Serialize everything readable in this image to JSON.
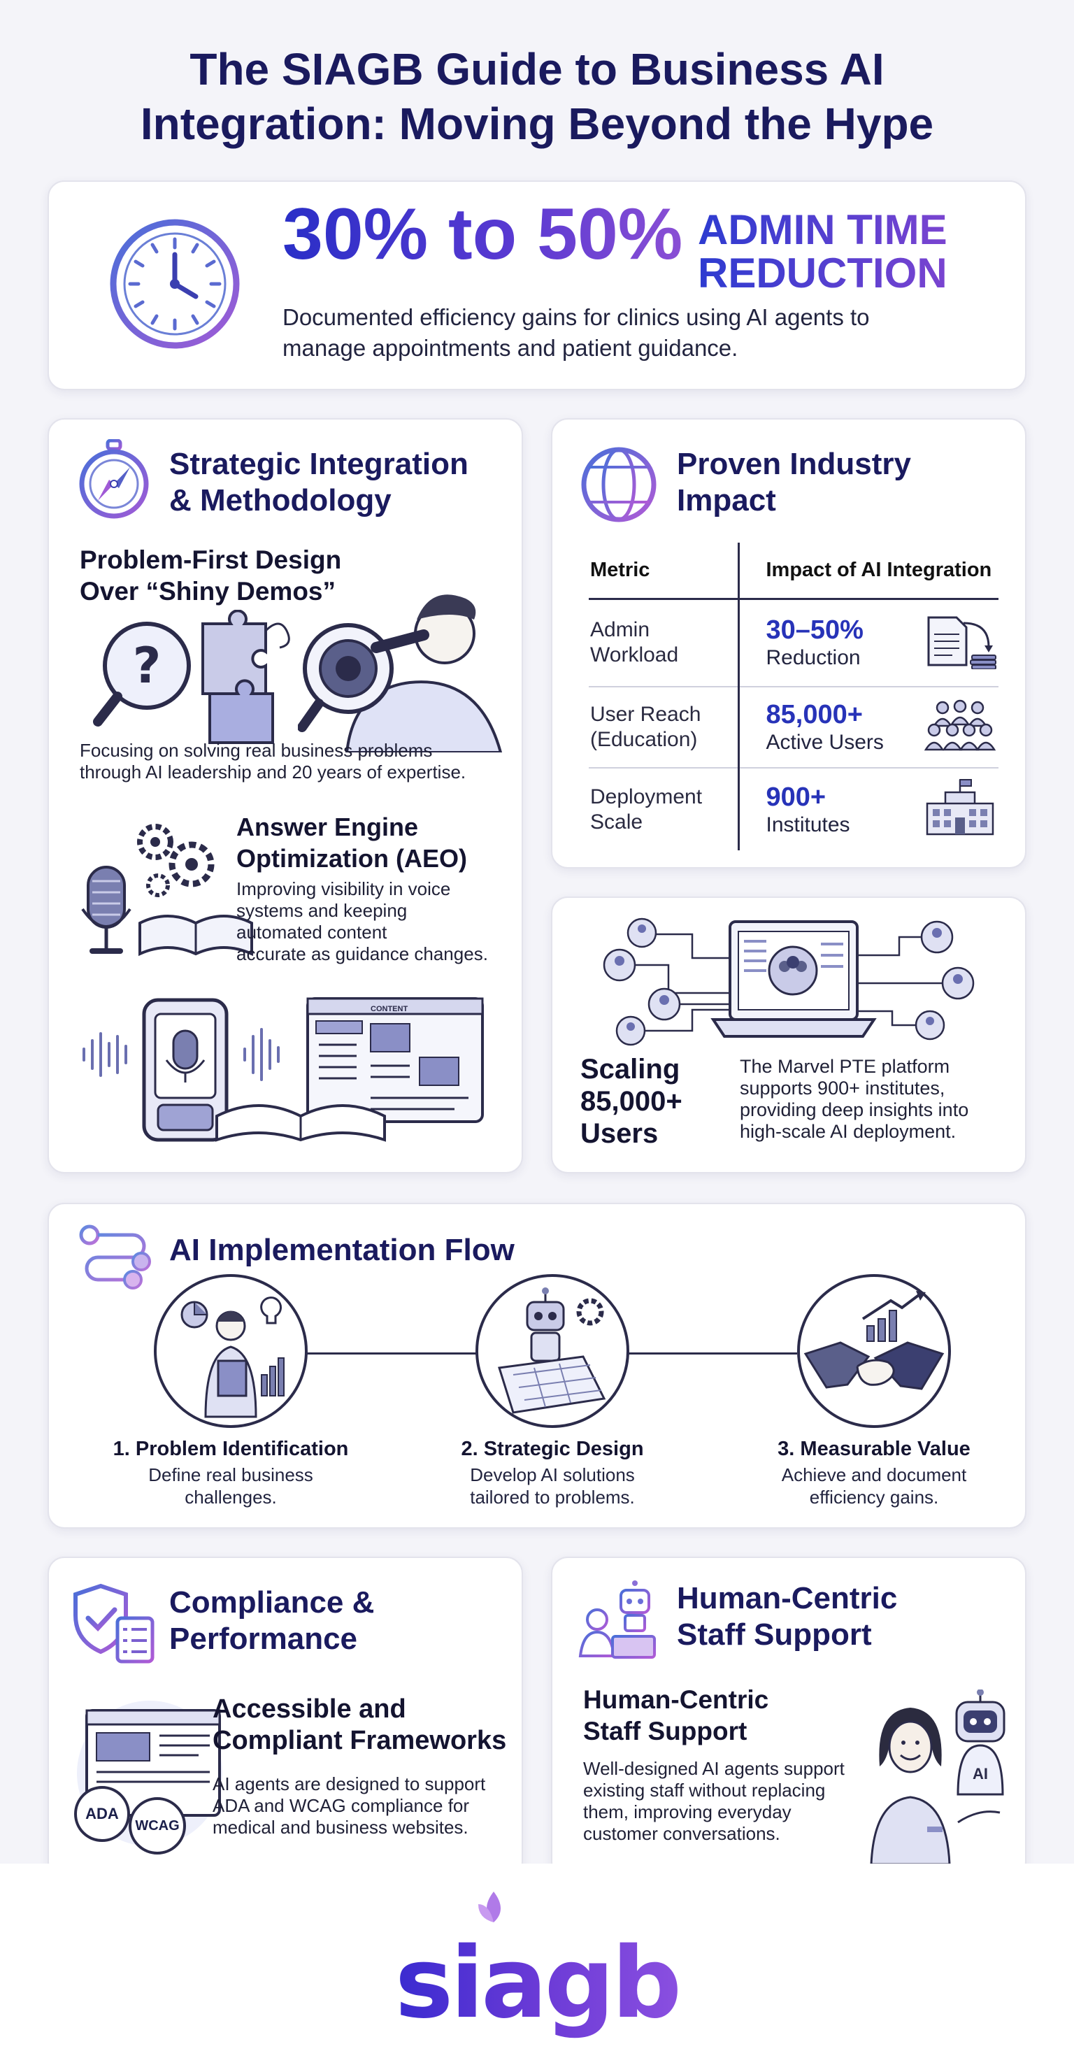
{
  "title": {
    "line1": "The SIAGB Guide to Business AI",
    "line2": "Integration: Moving Beyond the Hype"
  },
  "hero": {
    "big_stat": "30% to 50%",
    "side_line1": "ADMIN TIME",
    "side_line2": "REDUCTION",
    "desc_line1": "Documented efficiency gains for clinics using AI agents to",
    "desc_line2": "manage appointments and patient guidance.",
    "icon": "clock-icon"
  },
  "strategic": {
    "title_line1": "Strategic Integration",
    "title_line2": "& Methodology",
    "icon": "compass-icon",
    "sub1_line1": "Problem-First Design",
    "sub1_line2": "Over “Shiny Demos”",
    "sub1_desc_line1": "Focusing on solving real business problems",
    "sub1_desc_line2": "through AI leadership and 20 years of expertise.",
    "sub2_line1": "Answer Engine",
    "sub2_line2": "Optimization (AEO)",
    "sub2_desc_line1": "Improving visibility in voice",
    "sub2_desc_line2": "systems and keeping",
    "sub2_desc_line3": "automated content",
    "sub2_desc_line4": "accurate as guidance changes.",
    "content_label": "CONTENT"
  },
  "impact": {
    "title_line1": "Proven Industry",
    "title_line2": "Impact",
    "icon": "globe-icon",
    "header_metric": "Metric",
    "header_impact": "Impact of AI Integration",
    "rows": [
      {
        "metric_line1": "Admin",
        "metric_line2": "Workload",
        "value": "30–50%",
        "label": "Reduction",
        "icon": "document-stack-icon"
      },
      {
        "metric_line1": "User Reach",
        "metric_line2": "(Education)",
        "value": "85,000+",
        "label": "Active Users",
        "icon": "users-group-icon"
      },
      {
        "metric_line1": "Deployment",
        "metric_line2": "Scale",
        "value": "900+",
        "label": "Institutes",
        "icon": "building-icon"
      }
    ]
  },
  "scaling": {
    "title_line1": "Scaling",
    "title_line2": "85,000+",
    "title_line3": "Users",
    "desc_line1": "The Marvel PTE platform",
    "desc_line2": "supports 900+ institutes,",
    "desc_line3": "providing deep insights into",
    "desc_line4": "high-scale AI deployment.",
    "icon": "network-laptop-icon"
  },
  "flow": {
    "title": "AI Implementation Flow",
    "icon": "flow-icon",
    "steps": [
      {
        "title": "1. Problem Identification",
        "desc_line1": "Define real business",
        "desc_line2": "challenges.",
        "icon": "analyst-icon"
      },
      {
        "title": "2. Strategic Design",
        "desc_line1": "Develop AI solutions",
        "desc_line2": "tailored to problems.",
        "icon": "robot-blueprint-icon"
      },
      {
        "title": "3. Measurable Value",
        "desc_line1": "Achieve and document",
        "desc_line2": "efficiency gains.",
        "icon": "handshake-icon"
      }
    ]
  },
  "compliance": {
    "title_line1": "Compliance &",
    "title_line2": "Performance",
    "icon": "shield-checklist-icon",
    "sub_line1": "Accessible and",
    "sub_line2": "Compliant Frameworks",
    "desc_line1": "AI agents are designed to support",
    "desc_line2": "ADA and WCAG compliance for",
    "desc_line3": "medical and business websites.",
    "badge1": "ADA",
    "badge2": "WCAG"
  },
  "human": {
    "title_line1": "Human-Centric",
    "title_line2": "Staff Support",
    "icon": "person-robot-icon",
    "sub_line1": "Human-Centric",
    "sub_line2": "Staff Support",
    "desc_line1": "Well-designed AI agents support",
    "desc_line2": "existing staff without replacing",
    "desc_line3": "them, improving everyday",
    "desc_line4": "customer conversations.",
    "robot_label": "AI"
  },
  "footer": {
    "logo": "siagb"
  },
  "colors": {
    "accent_blue": "#2733b8",
    "accent_purple": "#7a44d0",
    "navy": "#1a1a5e"
  }
}
